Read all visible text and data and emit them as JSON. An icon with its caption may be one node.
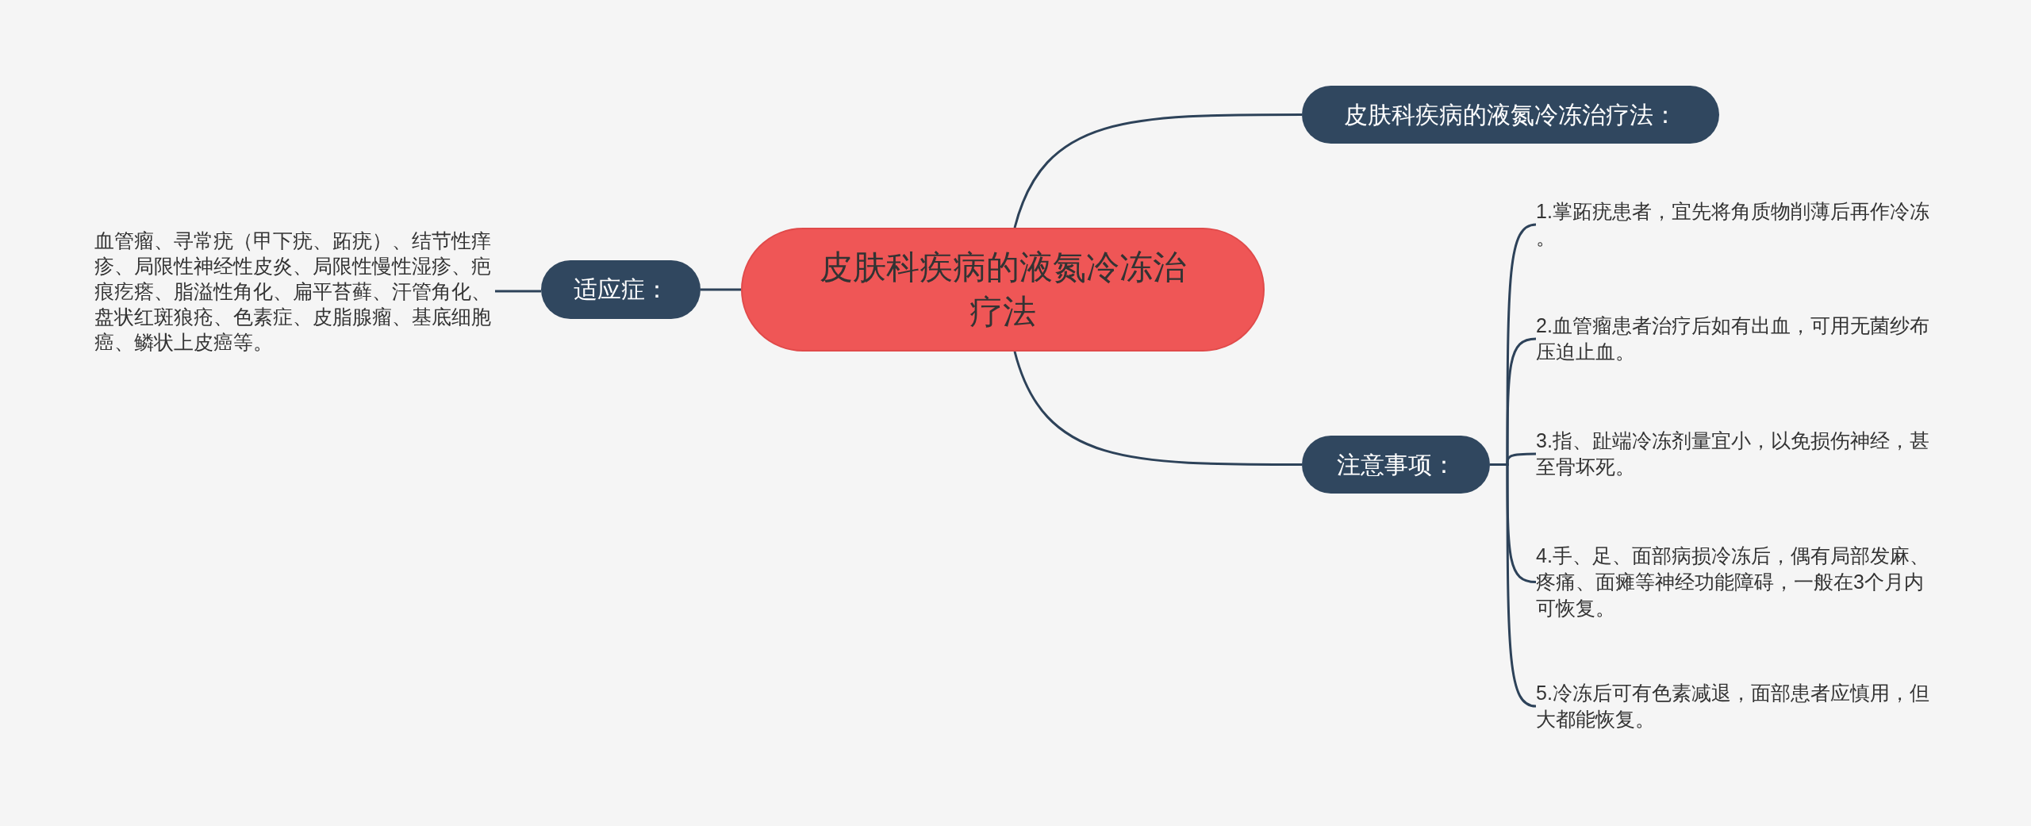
{
  "diagram": {
    "nodes": [
      {
        "text": [
          "皮肤科疾病的液氮冷冻治疗法"
        ]
      },
      {
        "text": [
          "皮肤科疾病的液氮冷冻治疗法："
        ]
      },
      {
        "text": [
          "注意事项："
        ]
      },
      {
        "text": [
          "1.掌跖疣患者，宜先将角质物削薄后再作冷冻。"
        ]
      },
      {
        "text": [
          "2.血管瘤患者治疗后如有出血，可用无菌纱布压迫止血。"
        ]
      },
      {
        "text": [
          "3.指、趾端冷冻剂量宜小，以免损伤神经，甚至骨坏死。"
        ]
      },
      {
        "text": [
          "4.手、足、面部病损冷冻后，偶有局部发麻、疼痛、面瘫等神经功能障碍，一般在3个月内可恢复。"
        ]
      },
      {
        "text": [
          "5.冷冻后可有色素减退，面部患者应慎用，但大都能恢复。"
        ]
      },
      {
        "text": [
          "适应症："
        ]
      },
      {
        "text": [
          "血管瘤、寻常疣（甲下疣、跖疣）、结节性痒疹、局限性神经性皮炎、局限性慢性湿疹、疤痕疙瘩、脂溢性角化、扁平苔藓、汗管角化、盘状红斑狼疮、色素症、皮脂腺瘤、基底细胞癌、鳞状上皮癌等。"
        ]
      }
    ],
    "edges": [
      {
        "from": 0,
        "to": 1,
        "arrow": "none"
      },
      {
        "from": 0,
        "to": 2,
        "arrow": "none"
      },
      {
        "from": 2,
        "to": 3,
        "arrow": "none"
      },
      {
        "from": 2,
        "to": 4,
        "arrow": "none"
      },
      {
        "from": 2,
        "to": 5,
        "arrow": "none"
      },
      {
        "from": 2,
        "to": 6,
        "arrow": "none"
      },
      {
        "from": 2,
        "to": 7,
        "arrow": "none"
      },
      {
        "from": 0,
        "to": 8,
        "arrow": "none"
      },
      {
        "from": 8,
        "to": 9,
        "arrow": "none"
      }
    ]
  }
}
